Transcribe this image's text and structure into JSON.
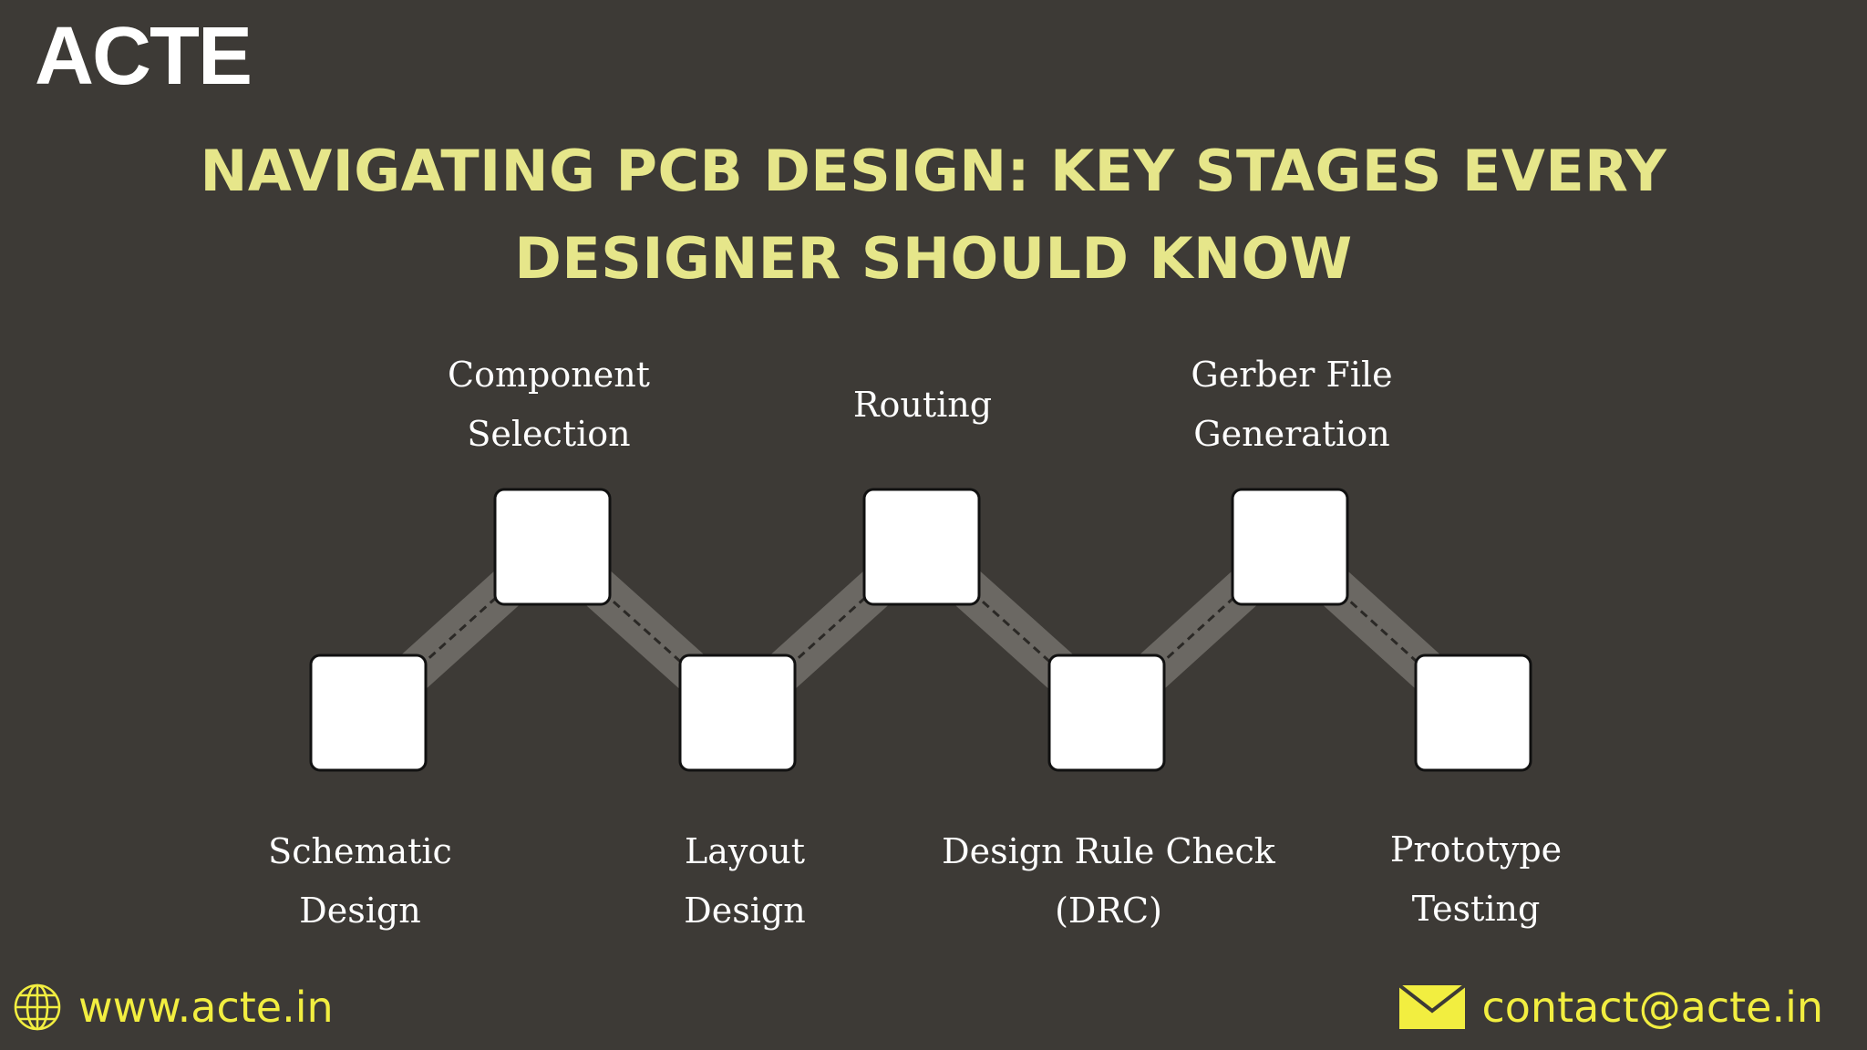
{
  "brand": {
    "logo_text": "ACTE"
  },
  "title": {
    "line1": "NAVIGATING PCB DESIGN: KEY STAGES EVERY",
    "line2": "DESIGNER SHOULD KNOW"
  },
  "stages": [
    {
      "id": "schematic",
      "line1": "Schematic",
      "line2": "Design",
      "position": "bottom"
    },
    {
      "id": "component",
      "line1": "Component",
      "line2": "Selection",
      "position": "top"
    },
    {
      "id": "layout",
      "line1": "Layout",
      "line2": "Design",
      "position": "bottom"
    },
    {
      "id": "routing",
      "line1": "Routing",
      "line2": "",
      "position": "top"
    },
    {
      "id": "drc",
      "line1": "Design Rule Check",
      "line2": "(DRC)",
      "position": "bottom"
    },
    {
      "id": "gerber",
      "line1": "Gerber File",
      "line2": "Generation",
      "position": "top"
    },
    {
      "id": "prototype",
      "line1": "Prototype",
      "line2": "Testing",
      "position": "bottom"
    }
  ],
  "footer": {
    "website": "www.acte.in",
    "email": "contact@acte.in",
    "web_icon": "globe-icon",
    "mail_icon": "envelope-icon"
  },
  "colors": {
    "background": "#3d3a36",
    "title": "#e6e68a",
    "footer_text": "#f2ee40",
    "connector": "#6b6863",
    "node": "#ffffff"
  }
}
